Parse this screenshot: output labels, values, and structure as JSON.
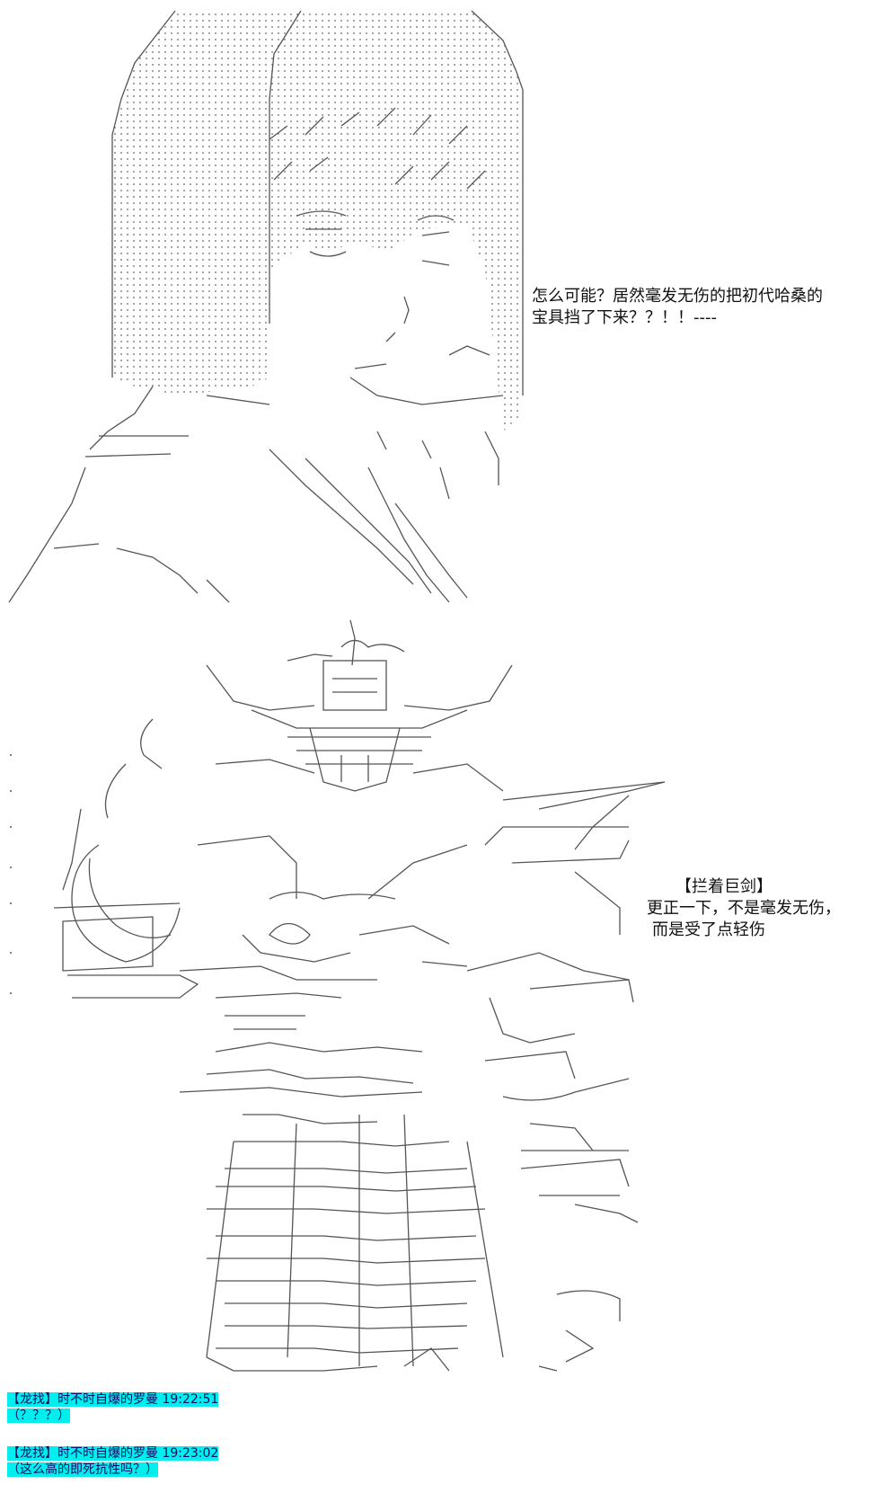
{
  "dialogue": {
    "line1": "怎么可能？居然毫发无伤的把初代哈桑的",
    "line2": "宝具挡了下来？？！！----",
    "caption": "【拦着巨剑】",
    "line3": "更正一下，不是毫发无伤，",
    "line4": "而是受了点轻伤"
  },
  "chat": [
    {
      "tag": "【龙找】",
      "user": "时不时自爆的罗曼",
      "time": "19:22:51",
      "message": "（？？？）"
    },
    {
      "tag": "【龙找】",
      "user": "时不时自爆的罗曼",
      "time": "19:23:02",
      "message": "（这么高的即死抗性吗？）"
    }
  ]
}
